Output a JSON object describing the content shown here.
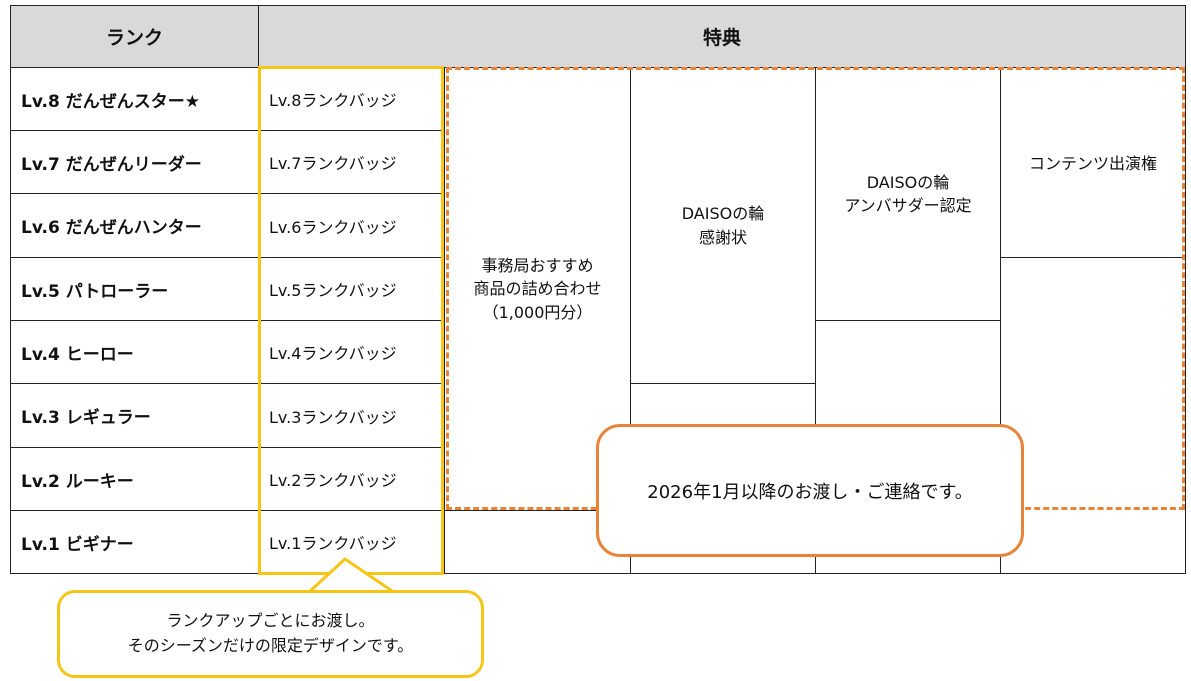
{
  "header": {
    "rank": "ランク",
    "benefit": "特典"
  },
  "ranks": [
    {
      "rank": "Lv.8 だんぜんスター★",
      "badge": "Lv.8ランクバッジ"
    },
    {
      "rank": "Lv.7 だんぜんリーダー",
      "badge": "Lv.7ランクバッジ"
    },
    {
      "rank": "Lv.6 だんぜんハンター",
      "badge": "Lv.6ランクバッジ"
    },
    {
      "rank": "Lv.5 パトローラー",
      "badge": "Lv.5ランクバッジ"
    },
    {
      "rank": "Lv.4 ヒーロー",
      "badge": "Lv.4ランクバッジ"
    },
    {
      "rank": "Lv.3 レギュラー",
      "badge": "Lv.3ランクバッジ"
    },
    {
      "rank": "Lv.2 ルーキー",
      "badge": "Lv.2ランクバッジ"
    },
    {
      "rank": "Lv.1 ビギナー",
      "badge": "Lv.1ランクバッジ"
    }
  ],
  "benefits": {
    "goods": "事務局おすすめ\n商品の詰め合わせ\n（1,000円分）",
    "thanks": "DAISOの輪\n感謝状",
    "ambassador": "DAISOの輪\nアンバサダー認定",
    "contents": "コンテンツ出演権"
  },
  "callouts": {
    "delivery": "2026年1月以降のお渡し・ご連絡です。",
    "badge_note": "ランクアップごとにお渡し。\nそのシーズンだけの限定デザインです。"
  },
  "colors": {
    "yellow": "#f5c518",
    "orange": "#e8843a",
    "header_bg": "#d9d9d9"
  }
}
